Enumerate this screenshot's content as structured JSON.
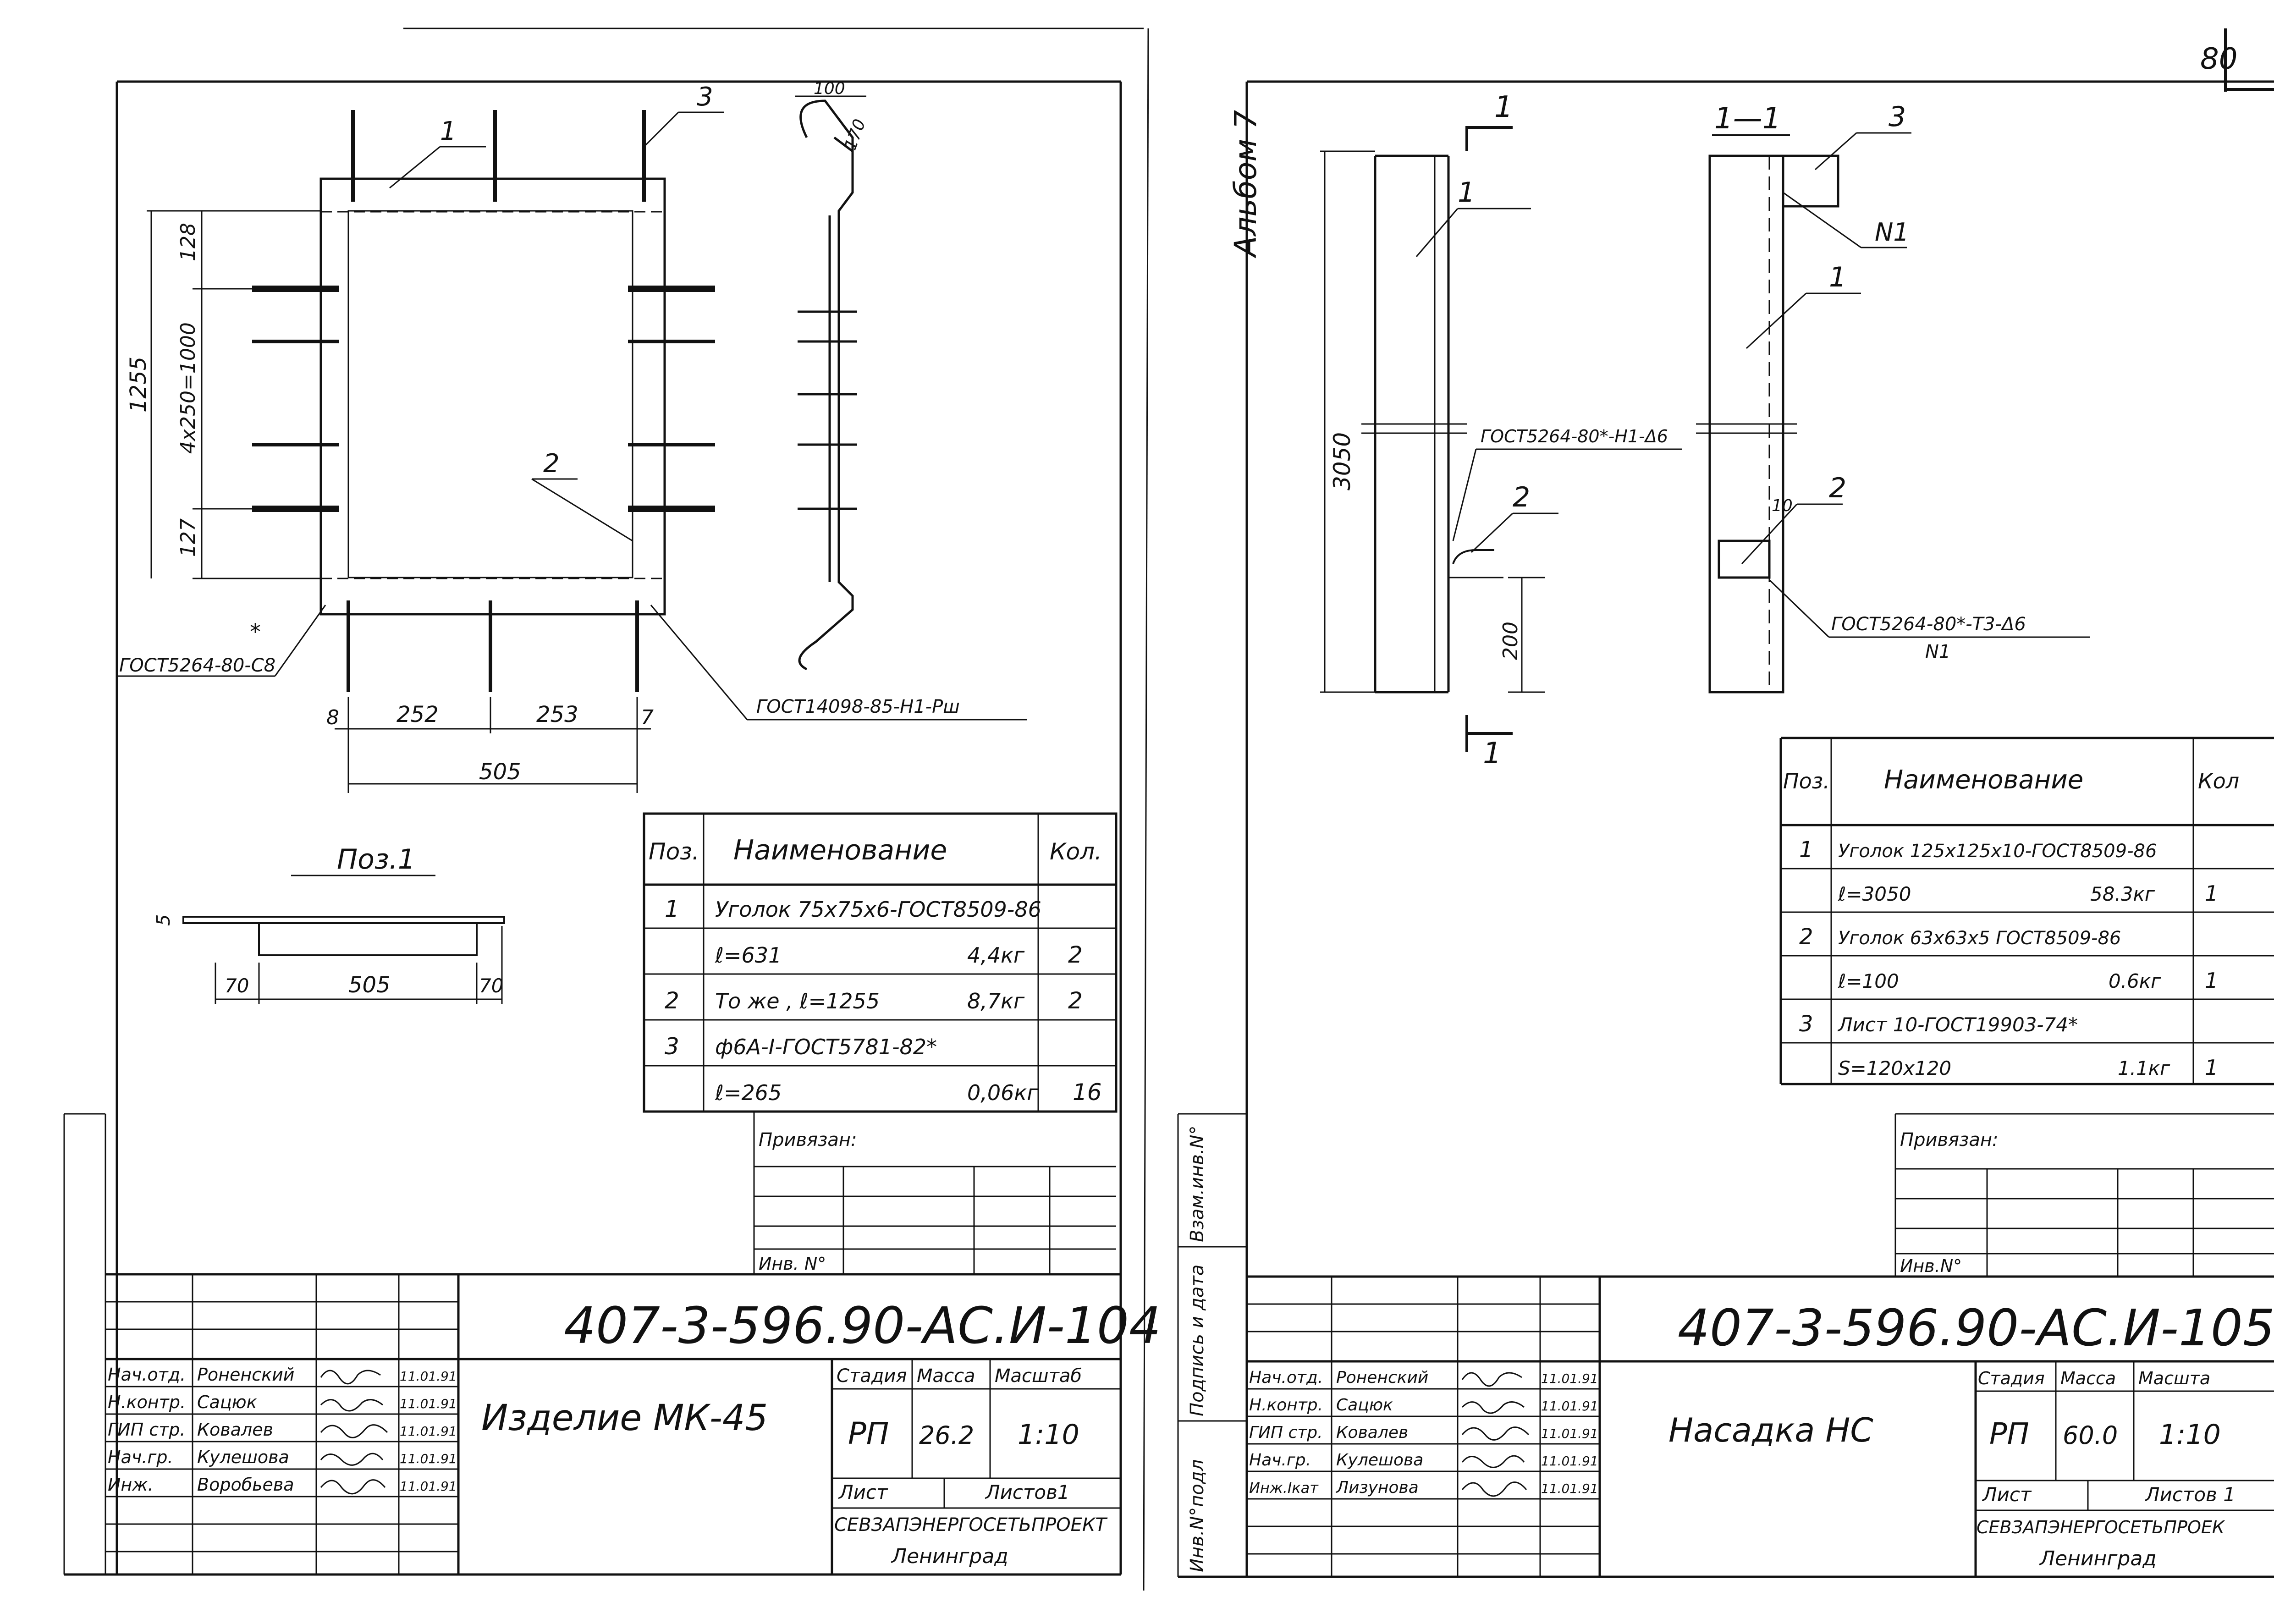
{
  "page_number": "80",
  "album": "Альбом 7",
  "left_sheet": {
    "leaders": [
      "1",
      "3",
      "2"
    ],
    "dimensions": {
      "v128": "128",
      "v4x250": "4x250=1000",
      "v1255": "1255",
      "v127": "127",
      "h8": "8",
      "h252": "252",
      "h253": "253",
      "h7": "7",
      "h505": "505",
      "side100": "100",
      "side170": "170"
    },
    "weld_left": "ГОСТ5264-80-С8",
    "weld_star": "*",
    "weld_right": "ГОСТ14098-85-Н1-Рш",
    "pos1": {
      "title": "Поз.1",
      "d5": "5",
      "d70a": "70",
      "d505": "505",
      "d70b": "70"
    },
    "spec": {
      "headers": [
        "Поз.",
        "Наименование",
        "Кол."
      ],
      "rows": [
        [
          "1",
          "Уголок 75х75х6-ГОСТ8509-86",
          "",
          ""
        ],
        [
          "",
          "ℓ=631",
          "4,4кг",
          "2"
        ],
        [
          "2",
          "То же , ℓ=1255",
          "8,7кг",
          "2"
        ],
        [
          "3",
          "ф6А-I-ГОСТ5781-82*",
          "",
          ""
        ],
        [
          "",
          "ℓ=265",
          "0,06кг",
          "16"
        ]
      ]
    },
    "privyazan": "Привязан:",
    "inv_no": "Инв. N°",
    "doc_code": "407-3-596.90-АС.И-104",
    "title": "Изделие МК-45",
    "stage_hdr": [
      "Стадия",
      "Масса",
      "Масштаб"
    ],
    "stage_val": [
      "РП",
      "26.2",
      "1:10"
    ],
    "sheet_lbl": "Лист",
    "sheets_lbl": "Листов1",
    "org": "СЕВЗАПЭНЕРГОСЕТЬПРОЕКТ",
    "city": "Ленинград",
    "signatures": [
      {
        "role": "Нач.отд.",
        "name": "Роненский",
        "date": "11.01.91"
      },
      {
        "role": "Н.контр.",
        "name": "Сацюк",
        "date": "11.01.91"
      },
      {
        "role": "ГИП стр.",
        "name": "Ковалев",
        "date": "11.01.91"
      },
      {
        "role": "Нач.гр.",
        "name": "Кулешова",
        "date": "11.01.91"
      },
      {
        "role": "Инж.",
        "name": "Воробьева",
        "date": "11.01.91"
      }
    ]
  },
  "right_sheet": {
    "section_mark": "1",
    "section_title": "1—1",
    "leaders": [
      "1",
      "2",
      "3",
      "1",
      "N1",
      "2"
    ],
    "d3050": "3050",
    "d200": "200",
    "d10": "10",
    "weld_top": "ГОСТ5264-80*-Н1-Δ6",
    "weld_bottom": "ГОСТ5264-80*-Т3-Δ6",
    "weld_bottom_sub": "N1",
    "spec": {
      "headers": [
        "Поз.",
        "Наименование",
        "Кол"
      ],
      "rows": [
        [
          "1",
          "Уголок 125х125х10-ГОСТ8509-86",
          "",
          ""
        ],
        [
          "",
          "ℓ=3050",
          "58.3кг",
          "1"
        ],
        [
          "2",
          "Уголок 63х63х5 ГОСТ8509-86",
          "",
          ""
        ],
        [
          "",
          "ℓ=100",
          "0.6кг",
          "1"
        ],
        [
          "3",
          "Лист 10-ГОСТ19903-74*",
          "",
          ""
        ],
        [
          "",
          "S=120х120",
          "1.1кг",
          "1"
        ]
      ]
    },
    "privyazan": "Привязан:",
    "inv_no": "Инв.N°",
    "doc_code": "407-3-596.90-АС.И-105",
    "title": "Насадка НС",
    "stage_hdr": [
      "Стадия",
      "Масса",
      "Масшта"
    ],
    "stage_val": [
      "РП",
      "60.0",
      "1:10"
    ],
    "sheet_lbl": "Лист",
    "sheets_lbl": "Листов 1",
    "org": "СЕВЗАПЭНЕРГОСЕТЬПРОЕК",
    "city": "Ленинград",
    "signatures": [
      {
        "role": "Нач.отд.",
        "name": "Роненский",
        "date": "11.01.91"
      },
      {
        "role": "Н.контр.",
        "name": "Сацюк",
        "date": "11.01.91"
      },
      {
        "role": "ГИП стр.",
        "name": "Ковалев",
        "date": "11.01.91"
      },
      {
        "role": "Нач.гр.",
        "name": "Кулешова",
        "date": "11.01.91"
      },
      {
        "role": "Инж.Iкат",
        "name": "Лизунова",
        "date": "11.01.91"
      }
    ],
    "side_labels": [
      "Инв.N°подл",
      "Подпись и дата",
      "Взам.инв.N°"
    ]
  }
}
